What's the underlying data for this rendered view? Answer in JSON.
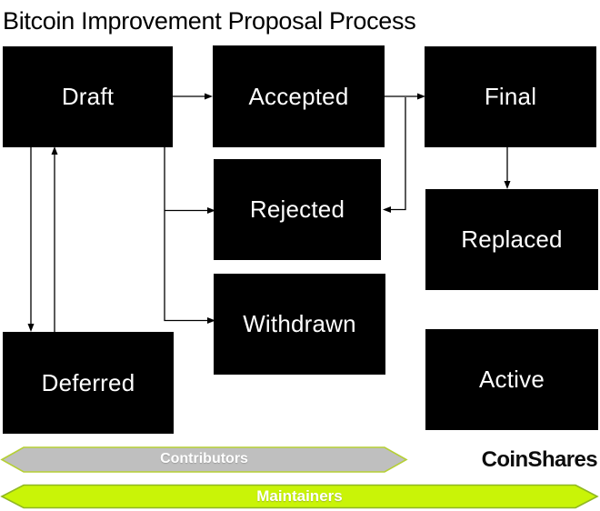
{
  "title": "Bitcoin Improvement Proposal Process",
  "nodes": {
    "draft": {
      "label": "Draft"
    },
    "accepted": {
      "label": "Accepted"
    },
    "final": {
      "label": "Final"
    },
    "rejected": {
      "label": "Rejected"
    },
    "replaced": {
      "label": "Replaced"
    },
    "withdrawn": {
      "label": "Withdrawn"
    },
    "deferred": {
      "label": "Deferred"
    },
    "active": {
      "label": "Active"
    }
  },
  "edges": [
    {
      "from": "Draft",
      "to": "Accepted"
    },
    {
      "from": "Accepted",
      "to": "Final"
    },
    {
      "from": "Accepted",
      "to": "Rejected"
    },
    {
      "from": "Draft",
      "to": "Rejected"
    },
    {
      "from": "Draft",
      "to": "Withdrawn"
    },
    {
      "from": "Draft",
      "to": "Deferred"
    },
    {
      "from": "Deferred",
      "to": "Draft"
    },
    {
      "from": "Final",
      "to": "Replaced"
    }
  ],
  "lanes": {
    "contributors": {
      "label": "Contributors",
      "fill": "#bfbfbf",
      "border": "#b5cf35",
      "text_color": "#ffffff"
    },
    "maintainers": {
      "label": "Maintainers",
      "fill": "#c9f407",
      "border": "#90b722",
      "text_color": "#ffffff"
    }
  },
  "logo": {
    "text": "CoinShares"
  },
  "colors": {
    "background": "#ffffff",
    "node_fill": "#000000",
    "node_text": "#ffffff",
    "connector": "#000000",
    "title_text": "#000000",
    "logo_text": "#0d0d0d"
  }
}
